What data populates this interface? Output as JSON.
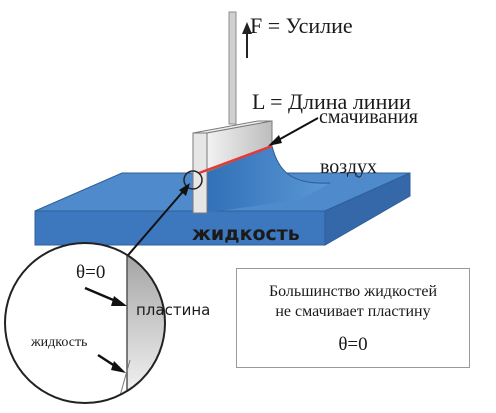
{
  "labels": {
    "force": "F = Усилие",
    "length": "L = Длина линии",
    "wetting": "смачивания",
    "air": "воздух",
    "liquid": "жидкость",
    "theta_inset": "θ=0",
    "plate_inset": "пластина",
    "liquid_inset": "жидкость"
  },
  "note": {
    "line1": "Большинство жидкостей",
    "line2": "не смачивает пластину",
    "theta": "θ=0"
  },
  "colors": {
    "liquid_top": "#3f7fc4",
    "liquid_front": "#3a72b6",
    "plate": "#d9d9d9",
    "wetting_line": "#e53935"
  }
}
